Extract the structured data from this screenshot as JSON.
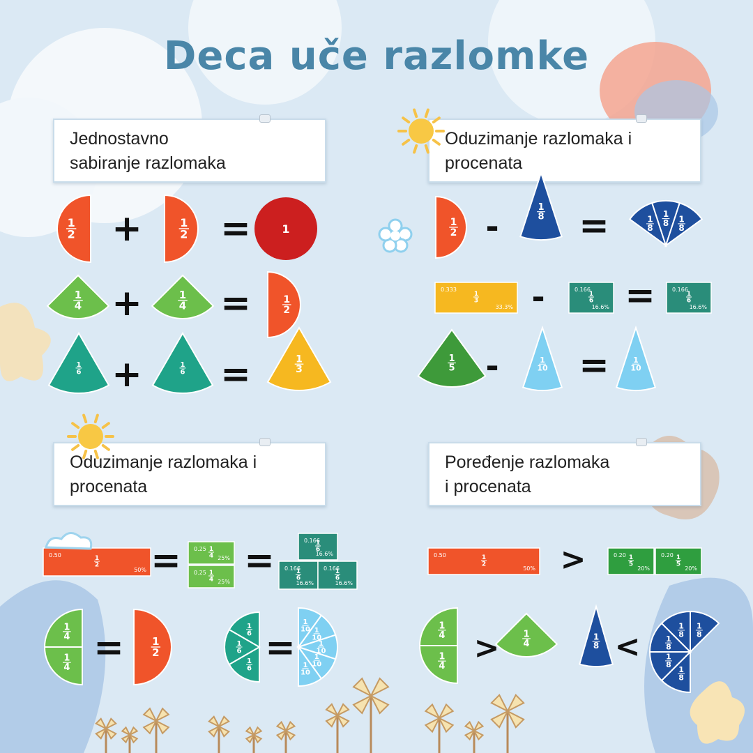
{
  "title": "Deca uče razlomke",
  "sections": [
    {
      "line1": "Jednostavno",
      "line2": "sabiranje razlomaka"
    },
    {
      "line1": "Oduzimanje razlomaka i",
      "line2": "procenata"
    },
    {
      "line1": "Oduzimanje razlomaka i",
      "line2": "procenata"
    },
    {
      "line1": "Poređenje razlomaka",
      "line2": "i procenata"
    }
  ],
  "symbols": {
    "plus": "+",
    "minus": "-",
    "equals": "=",
    "greater": ">",
    "less": "<"
  },
  "pieces": {
    "one": "1",
    "half": "1/2",
    "third": "1/3",
    "quarter": "1/4",
    "fifth": "1/5",
    "sixth": "1/6",
    "eighth": "1/8",
    "tenth": "1/10",
    "bar_third_decimal": "0.333",
    "bar_third_percent": "33.3%",
    "bar_sixth_decimal": "0.166",
    "bar_sixth_percent": "16.6%",
    "bar_half_decimal": "0.50",
    "bar_half_percent": "50%",
    "bar_quarter_decimal": "0.25",
    "bar_quarter_percent": "25%",
    "bar_fifth_decimal": "0.20",
    "bar_fifth_percent": "20%"
  },
  "colors": {
    "title": "#4a86a8",
    "half": "#f0542a",
    "whole": "#cc1f1f",
    "quarter": "#6cbf4b",
    "sixth": "#1fa389",
    "third": "#f6b820",
    "eighth": "#1e4f9e",
    "fifth": "#3e9a3a",
    "tenth": "#7fd0f2",
    "bar_sixth": "#2a8d7a",
    "bar_fifth": "#2f9e3f",
    "background": "#dbe9f4"
  },
  "icons": [
    "sun-icon",
    "cloud-icon",
    "flower-icon",
    "pinwheel-icon",
    "star-icon"
  ]
}
